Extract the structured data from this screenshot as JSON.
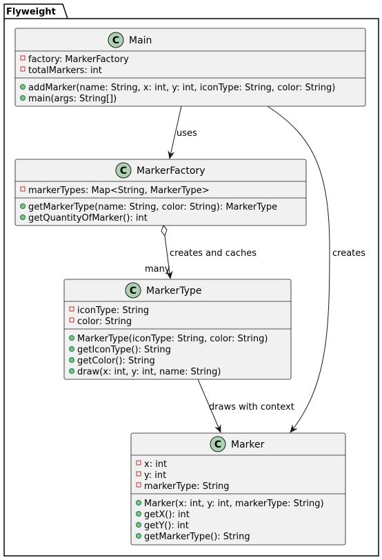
{
  "package": {
    "name": "Flyweight"
  },
  "classes": {
    "main": {
      "stereotype_letter": "C",
      "name": "Main",
      "fields": [
        {
          "visibility": "private",
          "text": "factory: MarkerFactory"
        },
        {
          "visibility": "private",
          "text": "totalMarkers: int"
        }
      ],
      "methods": [
        {
          "visibility": "public",
          "text": "addMarker(name: String, x: int, y: int, iconType: String, color: String)"
        },
        {
          "visibility": "public",
          "text": "main(args: String[])"
        }
      ]
    },
    "factory": {
      "stereotype_letter": "C",
      "name": "MarkerFactory",
      "fields": [
        {
          "visibility": "private",
          "text": "markerTypes: Map<String, MarkerType>"
        }
      ],
      "methods": [
        {
          "visibility": "public",
          "text": "getMarkerType(name: String, color: String): MarkerType"
        },
        {
          "visibility": "public",
          "text": "getQuantityOfMarker(): int"
        }
      ]
    },
    "markertype": {
      "stereotype_letter": "C",
      "name": "MarkerType",
      "fields": [
        {
          "visibility": "private",
          "text": "iconType: String"
        },
        {
          "visibility": "private",
          "text": "color: String"
        }
      ],
      "methods": [
        {
          "visibility": "public",
          "text": "MarkerType(iconType: String, color: String)"
        },
        {
          "visibility": "public",
          "text": "getIconType(): String"
        },
        {
          "visibility": "public",
          "text": "getColor(): String"
        },
        {
          "visibility": "public",
          "text": "draw(x: int, y: int, name: String)"
        }
      ]
    },
    "marker": {
      "stereotype_letter": "C",
      "name": "Marker",
      "fields": [
        {
          "visibility": "private",
          "text": "x: int"
        },
        {
          "visibility": "private",
          "text": "y: int"
        },
        {
          "visibility": "private",
          "text": "markerType: String"
        }
      ],
      "methods": [
        {
          "visibility": "public",
          "text": "Marker(x: int, y: int, markerType: String)"
        },
        {
          "visibility": "public",
          "text": "getX(): int"
        },
        {
          "visibility": "public",
          "text": "getY(): int"
        },
        {
          "visibility": "public",
          "text": "getMarkerType(): String"
        }
      ]
    }
  },
  "relations": {
    "main_factory": {
      "label": "uses"
    },
    "factory_markertype": {
      "label": "creates and caches",
      "multiplicity": "many"
    },
    "markertype_marker": {
      "label": "draws with context"
    },
    "main_marker": {
      "label": "creates"
    }
  },
  "colors": {
    "class_fill": "#F1F1F1",
    "class_border": "#181818",
    "circle_fill": "#ADD1B2",
    "private_marker": "#C82930",
    "public_marker": "#84BE84"
  }
}
